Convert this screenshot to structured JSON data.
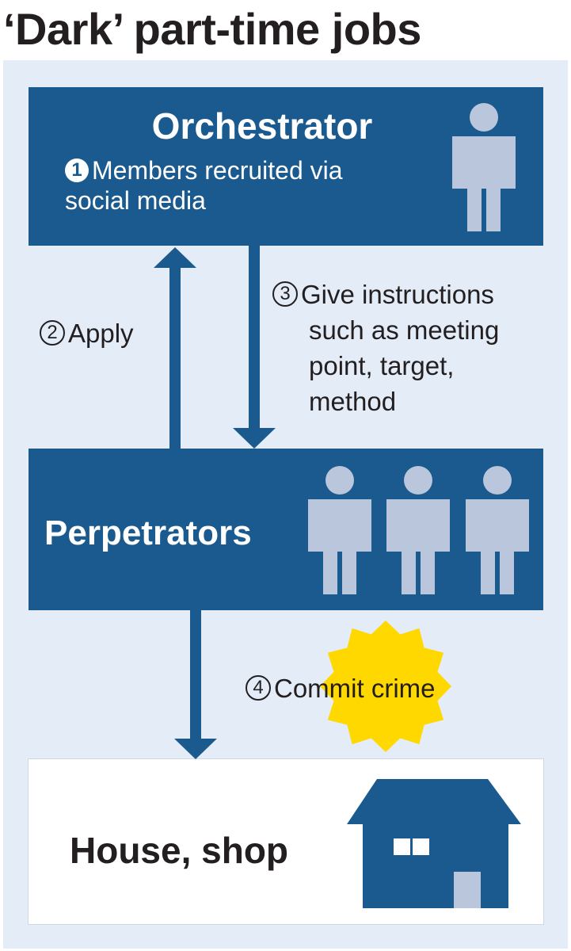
{
  "title": "‘Dark’ part-time jobs",
  "orchestrator": {
    "title": "Orchestrator",
    "step_number": "1",
    "step_text": [
      "Members recruited via",
      "social media"
    ]
  },
  "apply": {
    "step_number": "2",
    "text": "Apply"
  },
  "instructions": {
    "step_number": "3",
    "lines": [
      "Give instructions",
      "such as meeting",
      "point, target,",
      "method"
    ]
  },
  "perpetrators": {
    "title": "Perpetrators"
  },
  "crime": {
    "step_number": "4",
    "text": "Commit crime"
  },
  "target": {
    "title": "House, shop"
  },
  "colors": {
    "box_blue": "#1b5a8e",
    "figure": "#b9c6dc",
    "panel": "#e3ecf7",
    "starburst": "#ffd800",
    "text_dark": "#231f20"
  },
  "icons": [
    "person-icon",
    "house-icon",
    "starburst-icon",
    "arrow-up-icon",
    "arrow-down-icon"
  ]
}
